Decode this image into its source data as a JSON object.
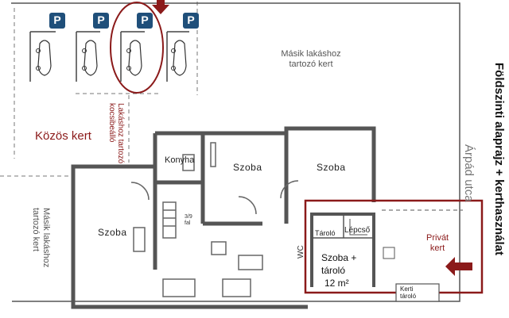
{
  "title": "Földszinti alaprajz + kerthasználat",
  "parking_sign": "P",
  "labels": {
    "common_garden": "Közös kert",
    "other_garden_top": [
      "Másik lakáshoz",
      "tartozó kert"
    ],
    "other_garden_left": [
      "Másik lakáshoz",
      "tartozó kert"
    ],
    "parking_note": [
      "Lakáshoz tartozó",
      "kocsibeálló"
    ],
    "street": "Árpád utca",
    "private_garden": [
      "Privát",
      "kert"
    ],
    "kitchen": "Konyha",
    "room_left": "Szoba",
    "room_mid": "Szoba",
    "room_right": "Szoba",
    "storage": "Tároló",
    "stairs": "Lépcső",
    "highlight_room": [
      "Szoba +",
      "tároló"
    ],
    "highlight_area": "12 m²",
    "wc": "WC",
    "garden_storage": [
      "Kerti",
      "tároló"
    ],
    "small_label": [
      "3/9",
      "fal"
    ]
  },
  "colors": {
    "accent": "#8b1a1a",
    "wall": "#555555",
    "parking_blue": "#1f4f7a"
  }
}
